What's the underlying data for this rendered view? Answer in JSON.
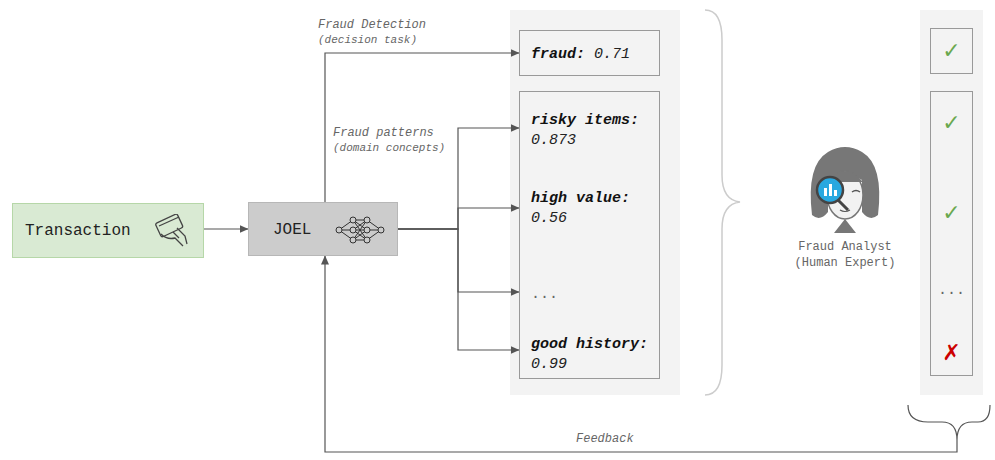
{
  "diagram": {
    "nodes": [
      {
        "text": [
          "Transaction"
        ]
      },
      {
        "text": [
          "JOEL"
        ]
      },
      {
        "text": [
          "fraud:",
          "0.71"
        ]
      },
      {
        "text": [
          "risky items:",
          "0.873",
          "high value:",
          "0.56",
          "...",
          "good history:",
          "0.99"
        ]
      },
      {
        "text": [
          "✓"
        ]
      },
      {
        "text": [
          "✓",
          "✓",
          "...",
          "✗"
        ]
      }
    ],
    "edges": [
      {
        "from": 0,
        "to": 1,
        "arrow": "to"
      },
      {
        "from": 1,
        "to": 2,
        "arrow": "to"
      },
      {
        "from": 1,
        "to": 3,
        "arrow": "to"
      },
      {
        "from": 1,
        "to": 3,
        "arrow": "to"
      },
      {
        "from": 1,
        "to": 3,
        "arrow": "to"
      },
      {
        "from": 1,
        "to": 3,
        "arrow": "to"
      },
      {
        "from": 5,
        "to": 1,
        "label": "Feedback",
        "arrow": "to"
      }
    ],
    "labels": [
      "Fraud Detection",
      "(decision task)",
      "Fraud patterns",
      "(domain concepts)",
      "Fraud Analyst",
      "(Human Expert)"
    ]
  }
}
